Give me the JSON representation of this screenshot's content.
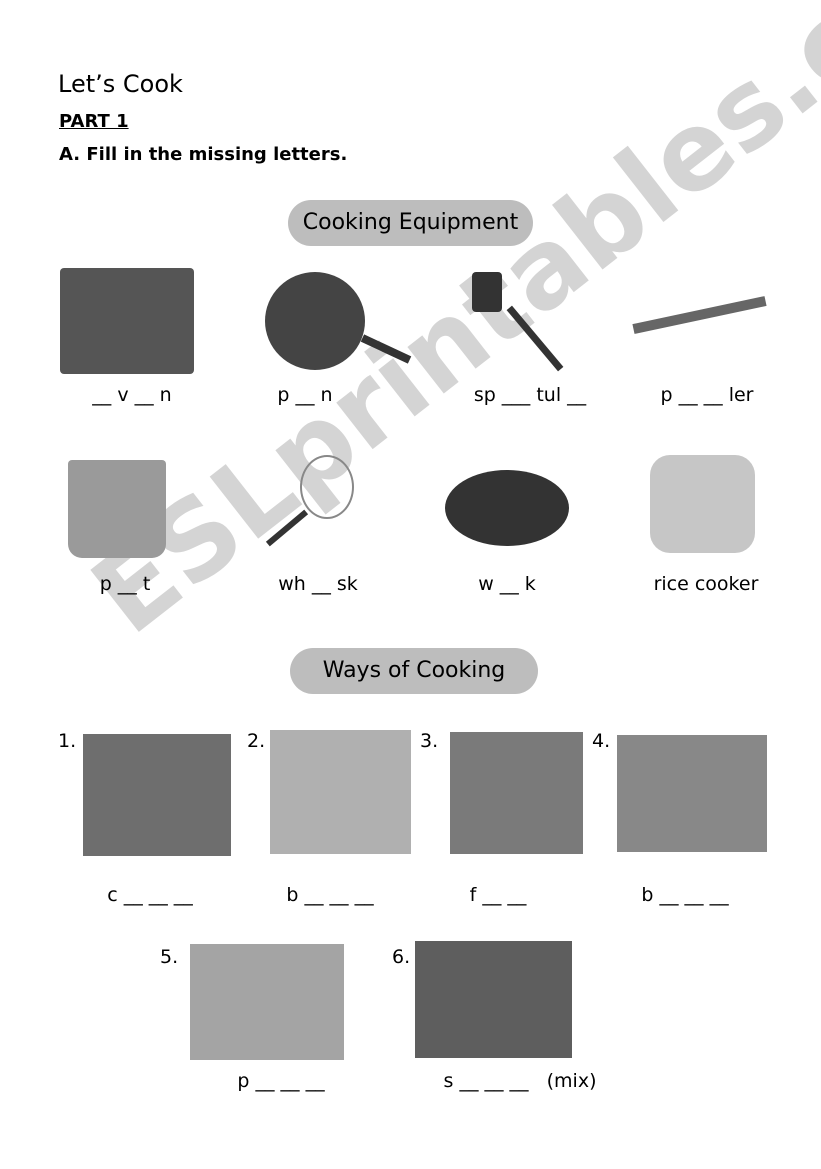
{
  "title": "Let’s Cook",
  "part": "PART 1",
  "instruction": "A. Fill in the missing letters.",
  "section1": "Cooking Equipment",
  "equipment": [
    {
      "image": "oven",
      "label": "__ v __ n"
    },
    {
      "image": "pan",
      "label": "p __ n"
    },
    {
      "image": "spatula",
      "label": "sp ___ tul __"
    },
    {
      "image": "peeler",
      "label": "p __ __ ler"
    },
    {
      "image": "pot",
      "label": "p __ t"
    },
    {
      "image": "whisk",
      "label": "wh __ sk"
    },
    {
      "image": "wok",
      "label": "w __ k"
    },
    {
      "image": "rice-cooker",
      "label": "rice cooker"
    }
  ],
  "section2": "Ways of Cooking",
  "ways": [
    {
      "num": "1.",
      "image": "cutting",
      "label": "c __ __ __"
    },
    {
      "num": "2.",
      "image": "baking",
      "label": "b __ __ __"
    },
    {
      "num": "3.",
      "image": "frying",
      "label": "f __ __"
    },
    {
      "num": "4.",
      "image": "boiling",
      "label": "b __ __ __"
    },
    {
      "num": "5.",
      "image": "peeling",
      "label": "p __ __ __"
    },
    {
      "num": "6.",
      "image": "stirring",
      "label": "s __ __ __   (mix)"
    }
  ],
  "watermark": "ESLprintables.com"
}
